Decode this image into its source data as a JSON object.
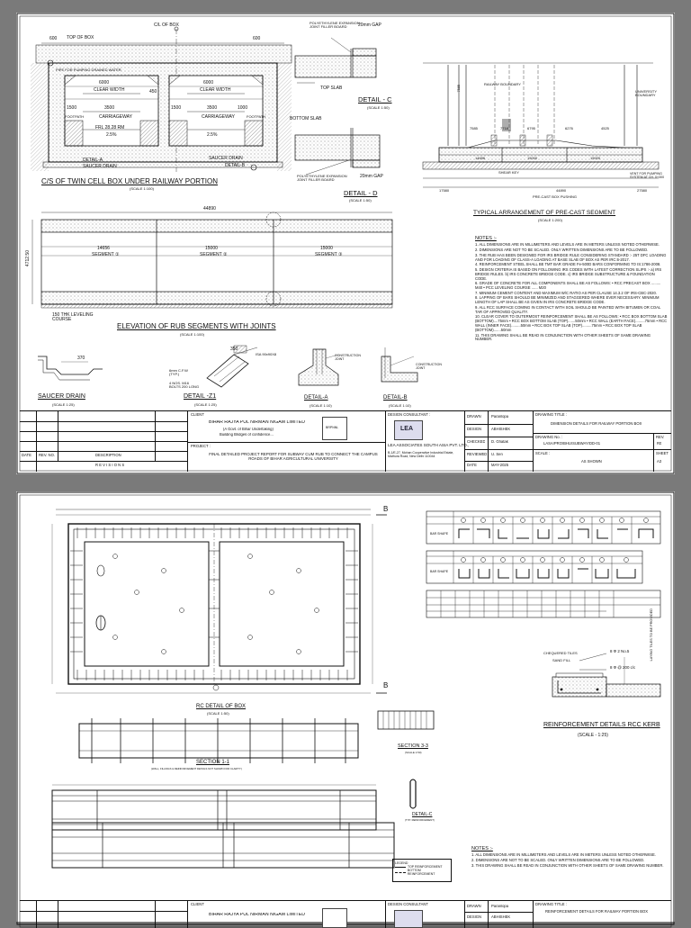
{
  "sheet1": {
    "cs_title": "C/S OF TWIN CELL BOX UNDER RAILWAY PORTION",
    "cs_scale": "(SCALE 1:100)",
    "cs_labels": {
      "cl_box": "C/L OF BOX",
      "top_box": "TOP OF BOX",
      "pipe": "PIPE FOR PUMPING DRAINED WATER",
      "clear_width": "CLEAR WIDTH",
      "carriageway": "CARRIAGEWAY",
      "footpath": "FOOTPATH",
      "frl": "FRL 28.28 RM",
      "detail_a": "DETAIL-A",
      "detail_b": "DETAIL-B",
      "saucer_drain": "SAUCER DRAIN",
      "dim_600": "600",
      "dim_6000": "6000",
      "dim_1500": "1500",
      "dim_3500": "3500",
      "dim_1000": "1000",
      "dim_450": "450",
      "slope": "2.5%"
    },
    "detail_c": {
      "title": "DETAIL - C",
      "scale": "(SCALE 1:50)",
      "joint": "POLYETHYLENE EXPANSION JOINT FILLER BOARD",
      "gap": "20mm GAP",
      "top_slab": "TOP SLAB"
    },
    "detail_d": {
      "title": "DETAIL - D",
      "scale": "(SCALE 1:50)",
      "bottom_slab": "BOTTOM SLAB",
      "joint": "POLYETHYLENE EXPANSION JOINT FILLER BOARD",
      "gap": "20mm GAP"
    },
    "typical": {
      "title": "TYPICAL ARRANGEMENT OF PRE-CAST SEGMENT",
      "scale": "(SCALE 1:200)",
      "railway_boundary": "RAILWAY BOUNDARY",
      "university_boundary": "UNIVERSITY BOUNDARY",
      "shear_key": "SHEAR KEY",
      "thrust_bed": "PRE-CAST BOX PUSHING",
      "vent": "VENT FOR PUMPING SYSTEM AT CH. 0+300",
      "dims": [
        "7585",
        "7718",
        "6795",
        "6276",
        "4525",
        "15000",
        "15000",
        "14656",
        "17580",
        "44890",
        "27580"
      ]
    },
    "elevation": {
      "title": "ELEVATION OF RUB SEGMENTS WITH JOINTS",
      "scale": "(SCALE 1:100)",
      "total": "44890",
      "seg1_len": "14656",
      "seg2_len": "15000",
      "seg3_len": "15000",
      "seg1": "SEGMENT ①",
      "seg2": "SEGMENT ②",
      "seg3": "SEGMENT ③",
      "height": "4712.50",
      "leveling": "150 THK LEVELING COURSE"
    },
    "saucer": {
      "title": "SAUCER DRAIN",
      "scale": "(SCALE 1:25)",
      "dim": "370"
    },
    "z1": {
      "title": "DETAIL -Z1",
      "scale": "(SCALE 1:25)",
      "cfw": "6mm C.F.W (TYP.)",
      "bolts": "4 NOS. M16 BOLTS 200 LONG",
      "isa": "ISA 90x90X8",
      "dim": "350"
    },
    "detail_a": {
      "title": "DETAIL-A",
      "scale": "(SCALE 1:10)",
      "joint": "CONSTRUCTION JOINT"
    },
    "detail_b": {
      "title": "DETAIL-B",
      "scale": "(SCALE 1:10)",
      "joint": "CONSTRUCTION JOINT"
    },
    "notes_title": "NOTES :-",
    "notes": [
      "1. ALL DIMENSIONS ARE IN MILLIMETERS AND LEVELS ARE IN METERS UNLESS NOTED OTHERWISE.",
      "2. DIMENSIONS ARE NOT TO BE SCALED. ONLY WRITTEN DIMENSIONS ARE TO BE FOLLOWED.",
      "3. THE RUB HAS BEEN DESIGNED FOR IRS BRIDGE RULE CONSIDERING STANDARD :- 25T DFC LOADING AND FOR LOADING OF CLASS-A LOADING AT BASE SLAB OF BOX AS PER IRC:6-2017.",
      "4. REINFORCEMENT STEEL SHALL BE TMT BAR GRADE Fe-500D BARS CONFORMING TO IS:1786-2008.",
      "5. DESIGN CRITERIA IS BASED ON FOLLOWING IRS CODES WITH LATEST CORRECTION SLIPS :- a) IRS BRIDGE RULES. b) IRS CONCRETE BRIDGE CODE. c) IRS BRIDGE SUBSTRUCTURE & FOUNDATION CODE.",
      "6. GRADE OF CONCRETE FOR ALL COMPONENTS SHALL BE AS FOLLOWS: • RCC PRECAST BOX ......... M40  • PCC LEVELING COURSE ...... M20",
      "7. MINIMUM CEMENT CONTENT AND MAXIMUM W/C RATIO AS PER CLAUSE 14.3.2 OF IRS-CBC-2020.",
      "8. LAPPING OF BARS SHOULD BE MINIMIZED AND STAGGERED WHERE EVER NECESSARY. MINIMUM LENGTH OF LAP SHALL BE AS GIVEN IN IRS CONCRETE BRIDGE CODE.",
      "9. ALL RCC SURFACE COMING IN CONTACT WITH SOIL SHOULD BE PAINTED WITH BITUMEN OR COAL TAR OF APPROVED QUALITY.",
      "10. CLEAR COVER TO OUTERMOST REINFORCEMENT SHALL BE AS FOLLOWS: • RCC BOX BOTTOM SLAB (BOTTOM)....75mm • RCC BOX BOTTOM SLAB (TOP).......50mm • RCC WALL (EARTH FACE).........75mm • RCC WALL (INNER FACE).........50mm • RCC BOX TOP SLAB (TOP).........75mm • RCC BOX TOP SLAB (BOTTOM).......50mm",
      "11. THIS DRAWING SHALL BE READ IN CONJUNCTION WITH OTHER SHEETS OF SAME DRAWING NUMBER."
    ],
    "title_block": {
      "date": "DATE",
      "rev_no": "REV. NO.",
      "description": "DESCRIPTION",
      "revisions": "R E V I S I O N S",
      "client_label": "CLIENT",
      "client": "BIHAR RAJYA PUL NIRMAN NIGAM LIMITED",
      "client_sub": "(A Govt. of Bihar Undertaking)",
      "client_tag": "Building Bridges of confidence...",
      "client_logo": "BRPNNL",
      "project_label": "PROJECT :",
      "project": "FINAL DETAILED PROJECT REPORT FOR SUBWAY CUM RUB TO CONNECT THE CAMPUS ROADS OF BIHAR AGRICULTURAL UNIVERSITY",
      "consultant_label": "DESIGN CONSULTANT :",
      "consultant": "LEA ASSOCIATES SOUTH ASIA PVT. LTD.,",
      "consultant_addr": "B-1/E-27, Mohan Cooperative Industrial Estate, Mathura Road, New Delhi 110044",
      "consultant_logo": "LEA",
      "drawn_label": "DRAWN",
      "drawn": "Paranlopa",
      "design_label": "DESIGN",
      "design": "ABHISHEK",
      "checked_label": "CHECKED",
      "checked": "D. Ghatak",
      "reviewed_label": "REVIEWED",
      "reviewed": "U. Sen",
      "date_label": "DATE",
      "date_val": "MAY-2025",
      "drawing_title_label": "DRAWING TITLE :",
      "drawing_title": "DIMENSION DETAILS FOR RAILWAY PORTION BOX",
      "drawing_no_label": "DRAWING No. :",
      "drawing_no": "LASA/PRO/BHU/SUBWAY/DD-01",
      "rev_label": "REV.",
      "rev": "R0",
      "scale_label": "SCALE :",
      "scale": "AS SHOWN",
      "sheet_label": "SHEET",
      "sheet": "A3"
    }
  },
  "sheet2": {
    "rc_title": "RC DETAIL OF BOX",
    "rc_scale": "(SCALE 1:50)",
    "section11": "SECTION 1-1",
    "section11_sub": "(WALL, FILLINGS & REINFORCEMENT DETAILS NOT SHOWN FOR CLARITY)",
    "section33": "SECTION 3-3",
    "section33_scale": "(SCALE 1:50)",
    "detail_c": "DETAIL-C",
    "detail_c_scale": "(TYP. REINFORCEMENT)",
    "kerb_title": "REINFORCEMENT DETAILS  RCC KERB",
    "kerb_scale": "(SCALE  -  1:25)",
    "kerb_labels": {
      "tiles": "CHEQUERED TILES",
      "sand": "SAND FILL",
      "bar1": "8 Φ 2 No.5",
      "bar2": "8 Φ @ 200 c/c",
      "note": "LAYING TILES TO BE PROVIDED"
    },
    "marker_b": "B",
    "bbs_label": "BAR SHAPE",
    "legend_title": "LEGEND",
    "legend_items": [
      "TOP REINFORCEMENT",
      "BOTTOM REINFORCEMENT"
    ],
    "notes_title": "NOTES :-",
    "notes": [
      "1. ALL DIMENSIONS ARE IN MILLIMETERS AND LEVELS ARE IN METERS UNLESS NOTED OTHERWISE.",
      "2. DIMENSIONS ARE NOT TO BE SCALED. ONLY WRITTEN DIMENSIONS ARE TO BE FOLLOWED.",
      "3. THIS DRAWING SHALL BE READ IN CONJUNCTION WITH OTHER SHEETS OF SAME DRAWING NUMBER."
    ],
    "title_block": {
      "client_label": "CLIENT",
      "client": "BIHAR RAJYA PUL NIRMAN NIGAM LIMITED",
      "consultant_label": "DESIGN CONSULTANT",
      "drawn_label": "DRAWN",
      "drawn": "Paranlopa",
      "design_label": "DESIGN",
      "design": "ABHISHEK",
      "drawing_title_label": "DRAWING TITLE :",
      "drawing_title": "REINFORCEMENT DETAILS FOR RAILWAY PORTION BOX"
    }
  }
}
